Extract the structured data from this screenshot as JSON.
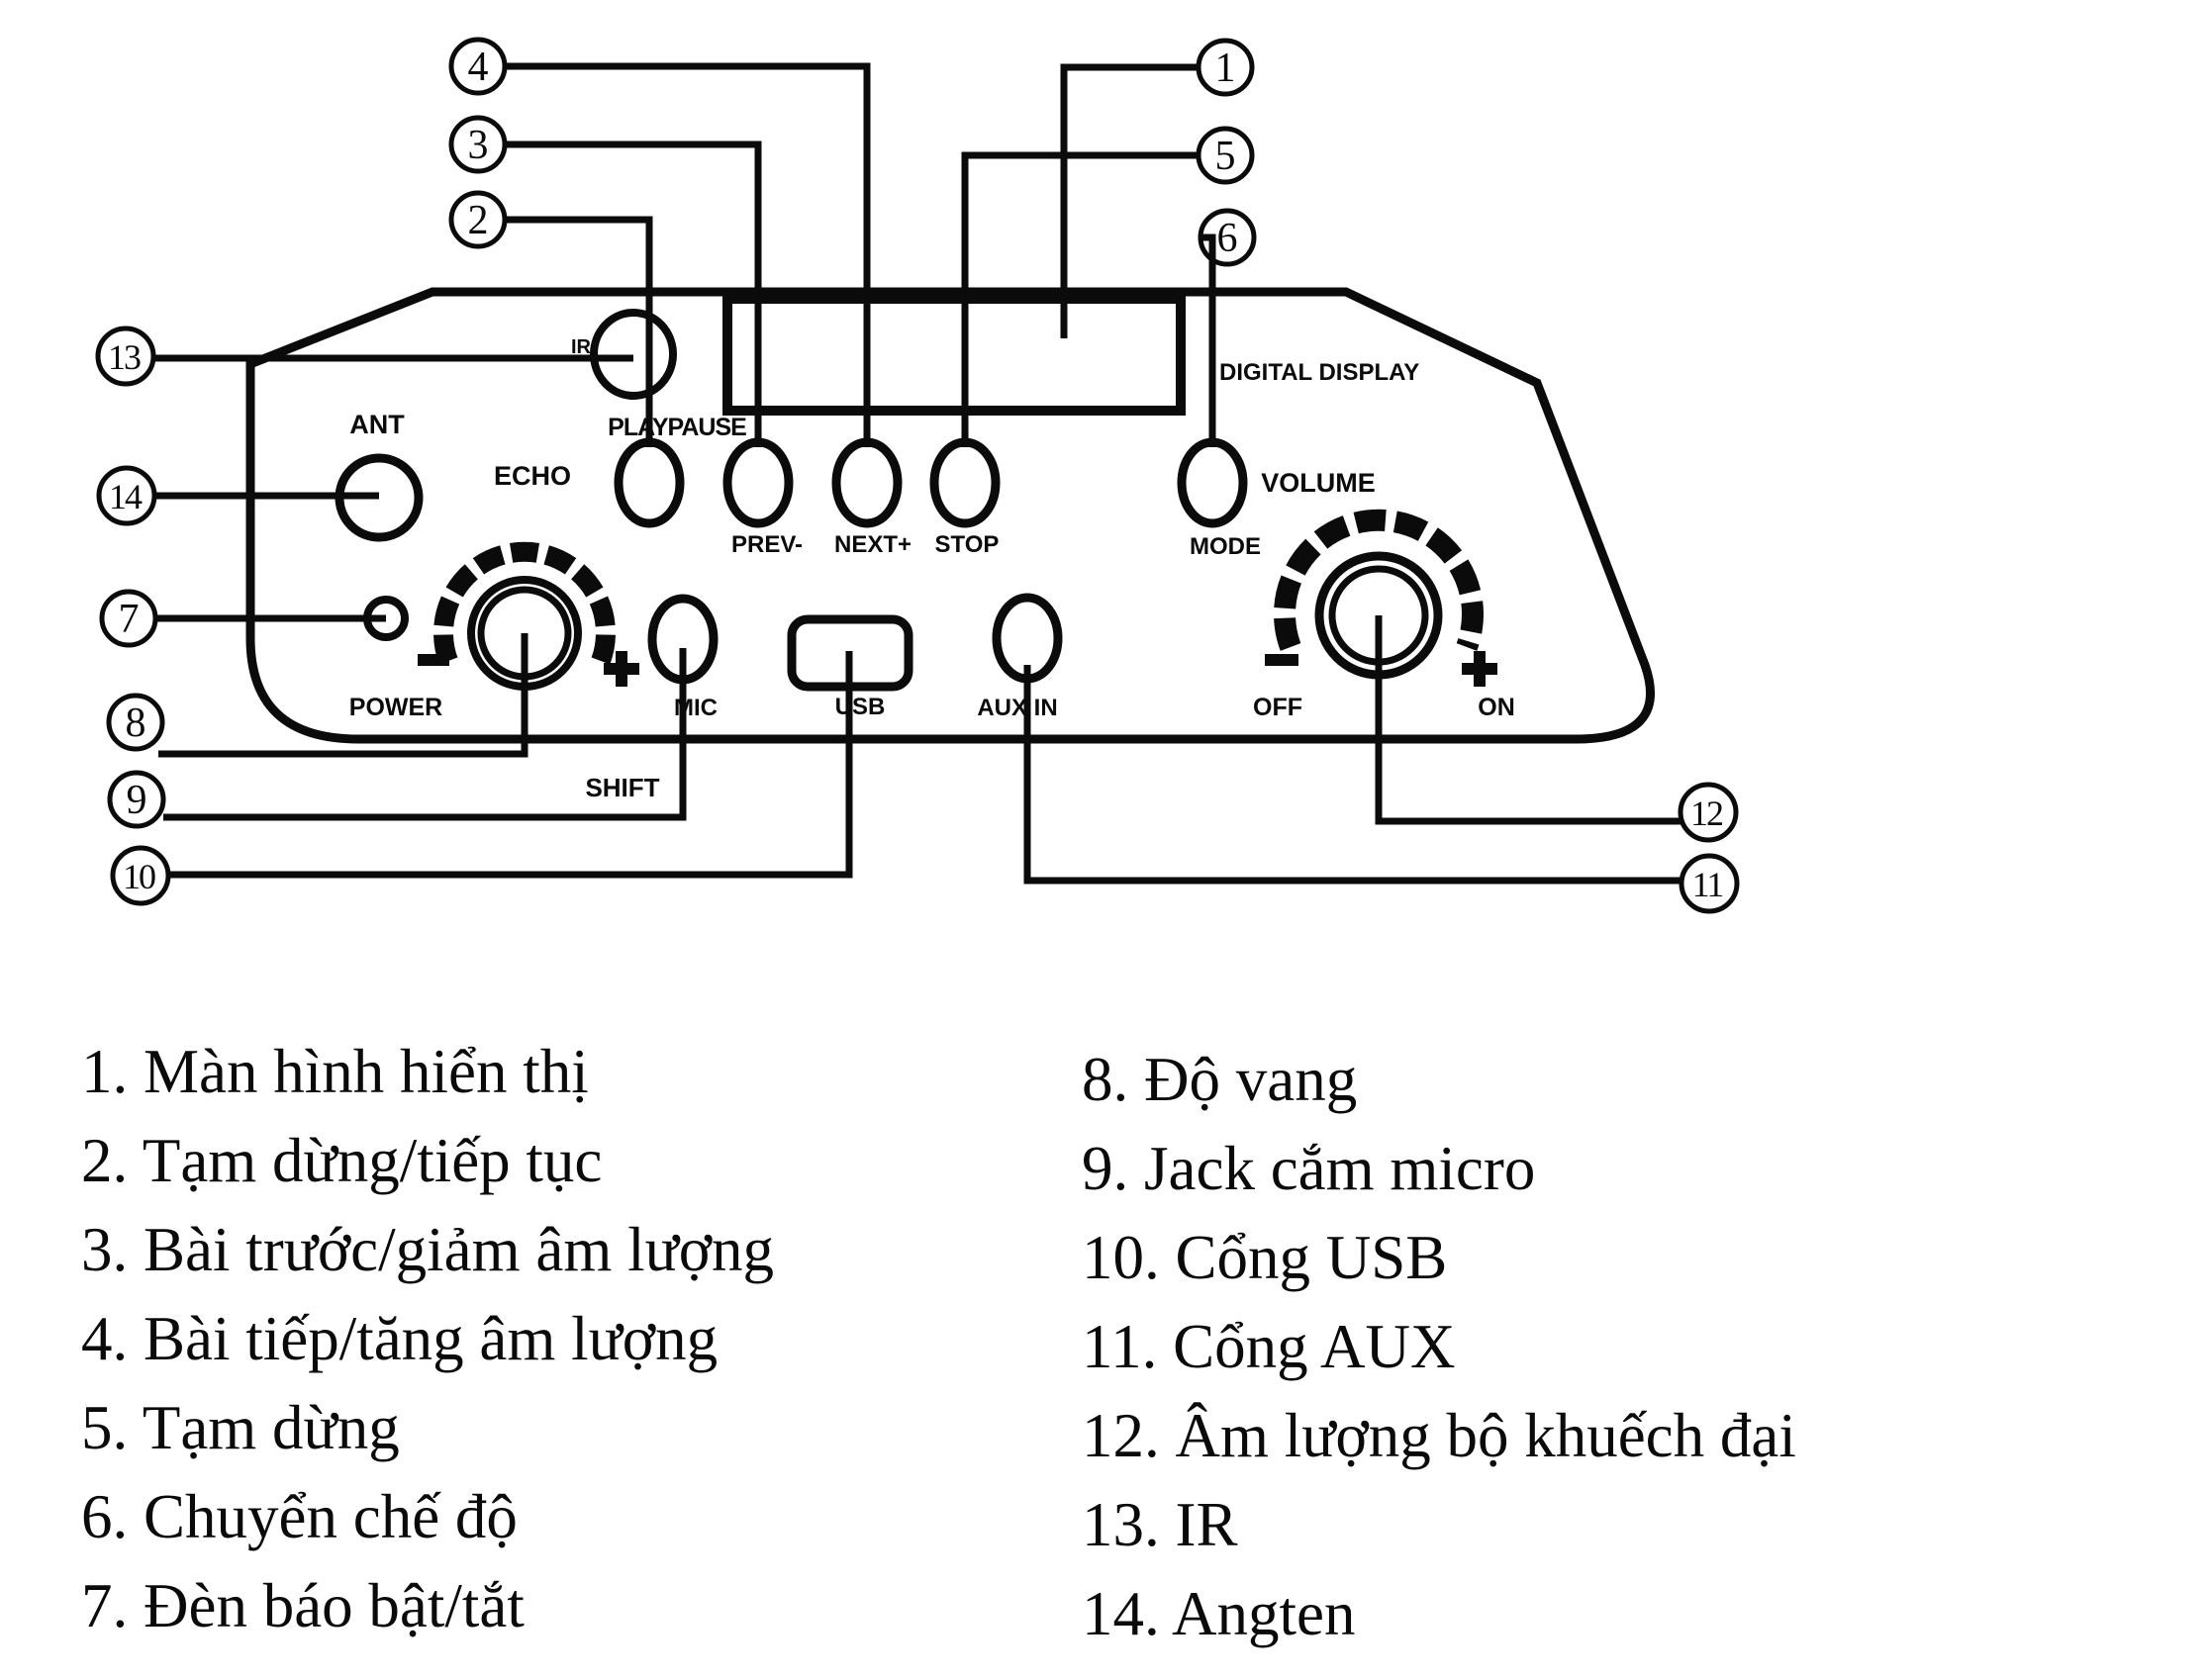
{
  "diagram": {
    "panel": {
      "ir": "IR",
      "playpause": "PLAYPAUSE",
      "ant": "ANT",
      "echo": "ECHO",
      "prev": "PREV-",
      "next": "NEXT+",
      "stop": "STOP",
      "mode": "MODE",
      "digital_display": "DIGITAL DISPLAY",
      "volume": "VOLUME",
      "power": "POWER",
      "mic": "MIC",
      "usb": "USB",
      "aux_in": "AUX IN",
      "off": "OFF",
      "on": "ON",
      "shift": "SHIFT"
    },
    "callouts": [
      {
        "label": "1"
      },
      {
        "label": "2"
      },
      {
        "label": "3"
      },
      {
        "label": "4"
      },
      {
        "label": "5"
      },
      {
        "label": "6"
      },
      {
        "label": "7"
      },
      {
        "label": "8"
      },
      {
        "label": "9"
      },
      {
        "label": "10"
      },
      {
        "label": "11"
      },
      {
        "label": "12"
      },
      {
        "label": "13"
      },
      {
        "label": "14"
      }
    ],
    "ink_color": "#0b0b0b"
  },
  "legend": {
    "left": [
      "1. Màn hình hiển thị",
      "2. Tạm dừng/tiếp tục",
      "3. Bài trước/giảm âm lượng",
      "4. Bài tiếp/tăng âm lượng",
      "5. Tạm dừng",
      "6. Chuyển chế độ",
      "7. Đèn báo bật/tắt"
    ],
    "right": [
      "8. Độ vang",
      "9. Jack cắm micro",
      "10. Cổng USB",
      "11. Cổng AUX",
      "12. Âm lượng bộ khuếch đại",
      "13. IR",
      "14. Angten"
    ]
  }
}
